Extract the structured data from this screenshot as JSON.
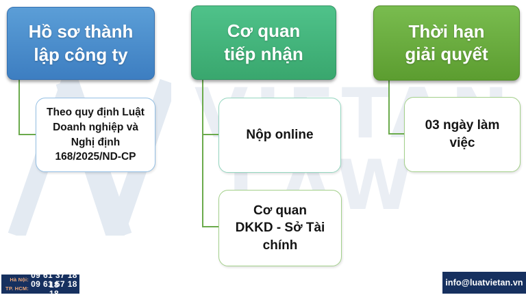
{
  "columns": [
    {
      "header": "Hồ sơ thành\nlập công ty",
      "items": [
        "Theo quy định Luật\nDoanh nghiệp và\nNghị định\n168/2025/ND-CP"
      ]
    },
    {
      "header": "Cơ quan\ntiếp nhận",
      "items": [
        "Nộp online",
        "Cơ quan\nDKKD - Sở Tài\nchính"
      ]
    },
    {
      "header": "Thời hạn\ngiải quyết",
      "items": [
        "03 ngày làm\nviệc"
      ]
    }
  ],
  "watermark": {
    "line1": "VIETAN",
    "line2": "LAW",
    "logo": "vietan-va-monogram"
  },
  "footer": {
    "contacts": [
      {
        "label": "Hà Nội:",
        "phone": "09 61 37 18 18"
      },
      {
        "label": "TP. HCM:",
        "phone": "09 61 57 18 18"
      }
    ],
    "email": "info@luatvietan.vn"
  },
  "colors": {
    "blue-light": "#5b9ed7",
    "blue-dark": "#3d7ec1",
    "green2-light": "#4fc28a",
    "green2-dark": "#39a76e",
    "green3-light": "#79bc4f",
    "green3-dark": "#5c9d30",
    "border-blue": "#93bfe4",
    "border-teal": "#93d6bf",
    "border-green": "#a3d08a",
    "connector-green": "#6aaa4b",
    "navy": "#16305f",
    "label-orange": "#efa878",
    "watermark": "#eaeef4",
    "watermark-logo": "#e3eaf2"
  }
}
